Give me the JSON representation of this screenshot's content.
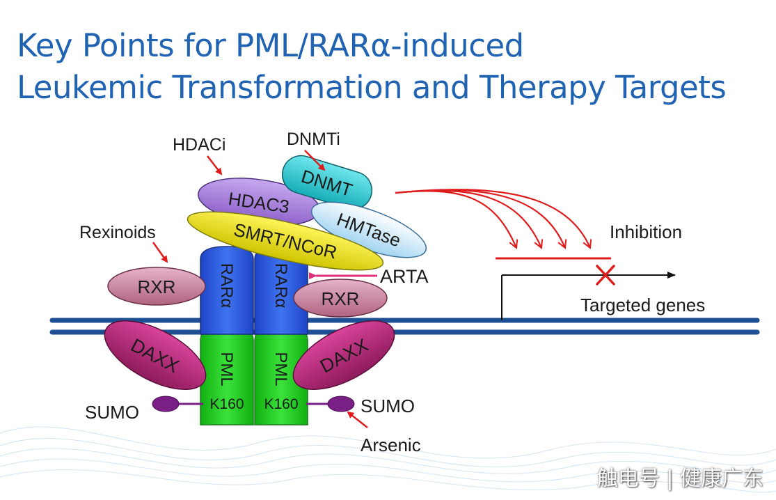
{
  "title": {
    "line1": "Key Points for PML/RARα-induced",
    "line2": "Leukemic Transformation and Therapy Targets"
  },
  "molecules": {
    "hdac3": "HDAC3",
    "dnmt": "DNMT",
    "hmtase": "HMTase",
    "smrt_ncor": "SMRT/NCoR",
    "rara_left": "RARα",
    "rara_right": "RARα",
    "rxr_left": "RXR",
    "rxr_right": "RXR",
    "daxx_left": "DAXX",
    "daxx_right": "DAXX",
    "pml_left": "PML",
    "pml_right": "PML",
    "k160_left": "K160",
    "k160_right": "K160",
    "sumo_left": "SUMO",
    "sumo_right": "SUMO"
  },
  "drugs": {
    "hdaci": "HDACi",
    "dnmti": "DNMTi",
    "rexinoids": "Rexinoids",
    "arta": "ARTA",
    "arsenic": "Arsenic"
  },
  "gene": {
    "inhibition": "Inhibition",
    "targeted_genes": "Targeted genes"
  },
  "colors": {
    "title": "#1f63b2",
    "hdac3": "#a07ad6",
    "dnmt": "#22c7cf",
    "hmtase": "#bfe2f6",
    "smrt_ncor": "#e8e01a",
    "rara": "#2d5ee0",
    "pml": "#1ecb1e",
    "daxx": "#c0307f",
    "rxr": "#c97fa1",
    "sumo": "#7a1f86",
    "dna": "#1c4f93",
    "arrow": "#e01b1b",
    "arta_arrow": "#e0307a"
  },
  "watermark": "触电号 | 健康广东"
}
